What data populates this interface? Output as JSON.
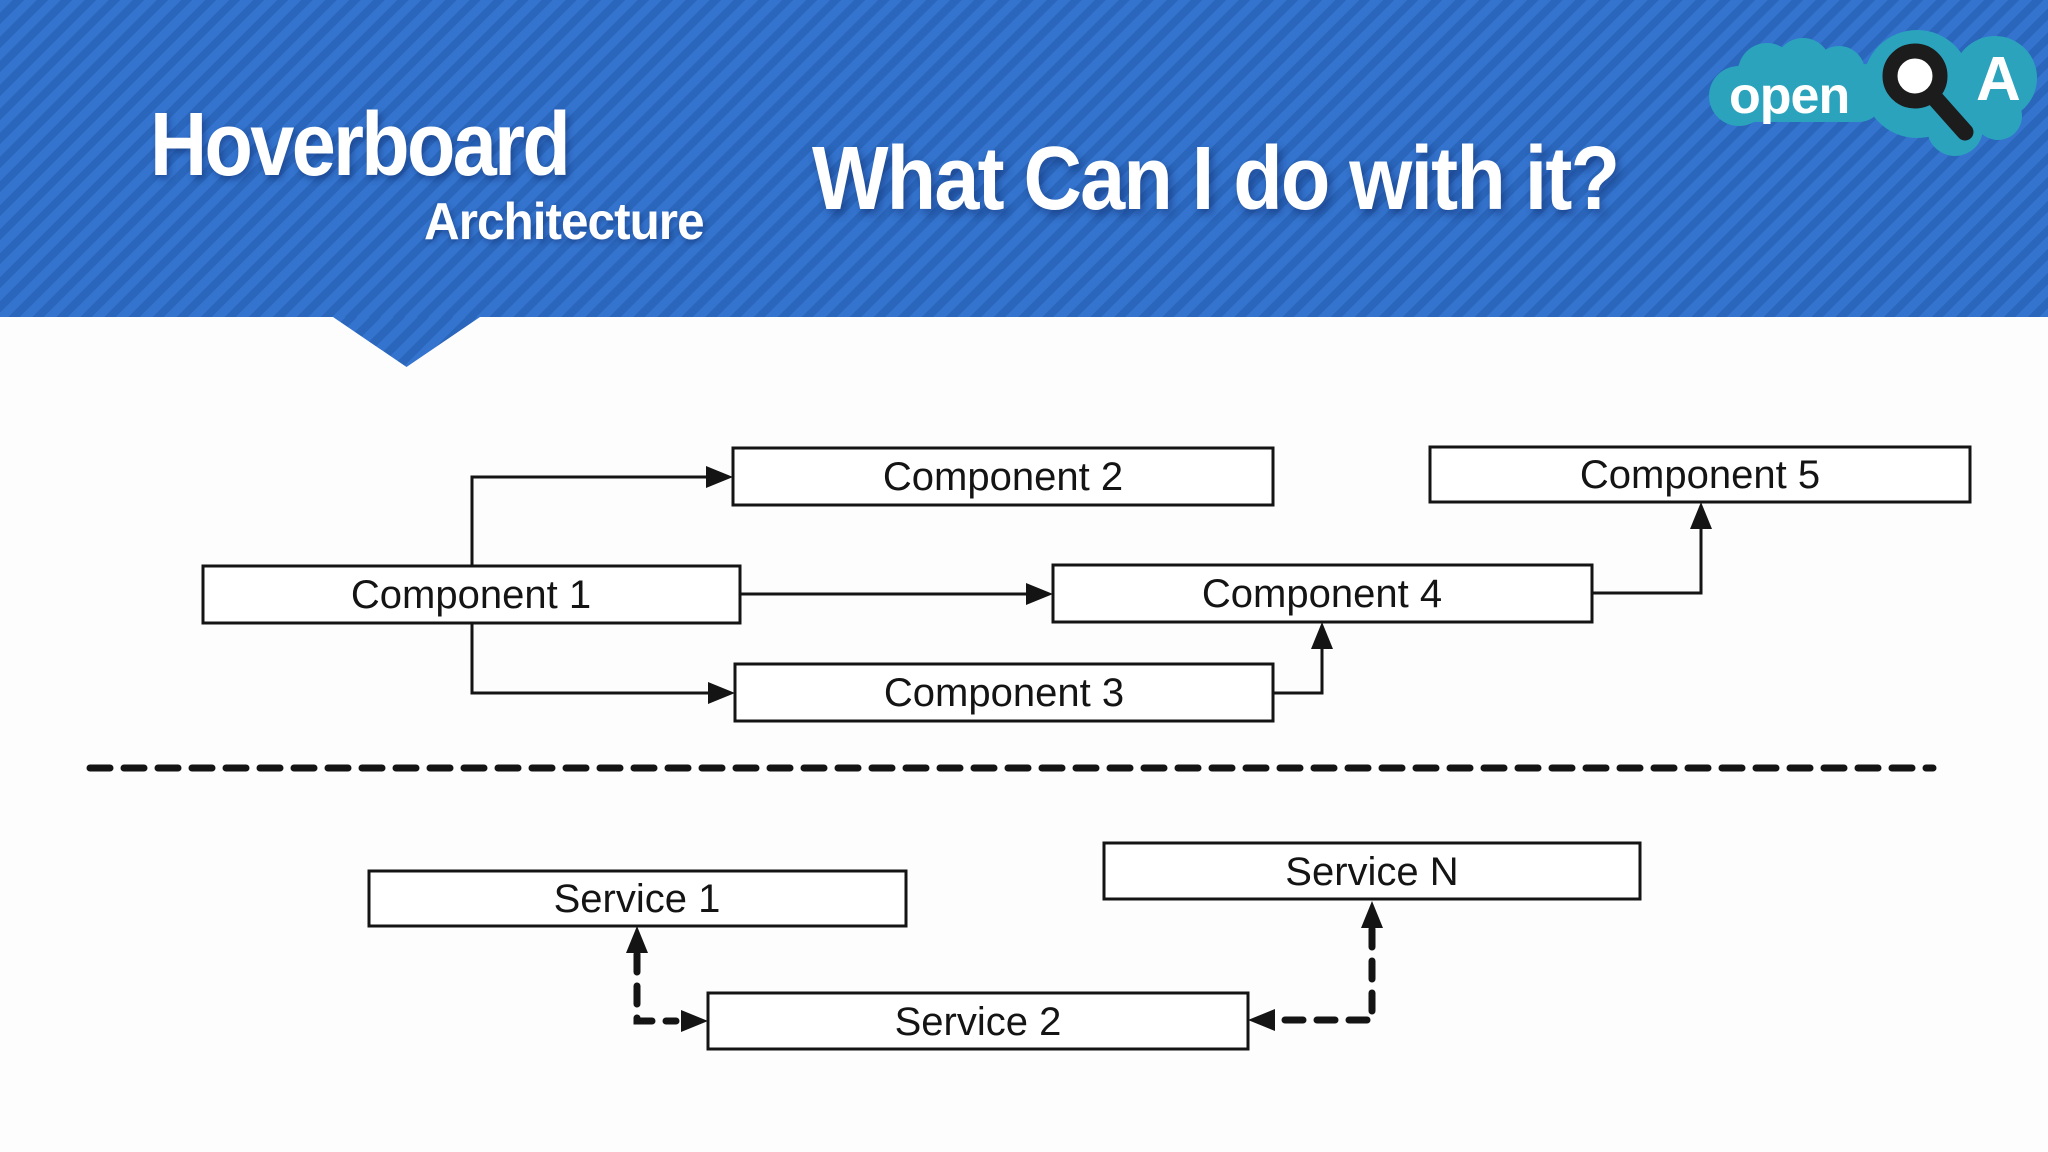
{
  "slide": {
    "title": "Hoverboard",
    "subtitle": "Architecture",
    "heading": "What Can I do with it?"
  },
  "logo": {
    "text_open": "open",
    "text_a": "A"
  },
  "colors": {
    "header_base": "#3474ce",
    "header_stripe": "#2a66bb",
    "logo_teal": "#2ba3bd",
    "diagram_ink": "#141414"
  },
  "diagram": {
    "components": [
      {
        "label": "Component 1"
      },
      {
        "label": "Component 2"
      },
      {
        "label": "Component 3"
      },
      {
        "label": "Component 4"
      },
      {
        "label": "Component 5"
      }
    ],
    "services": [
      {
        "label": "Service 1"
      },
      {
        "label": "Service 2"
      },
      {
        "label": "Service N"
      }
    ],
    "connections": [
      {
        "from": "Component 1",
        "to": "Component 2",
        "style": "solid-arrow"
      },
      {
        "from": "Component 1",
        "to": "Component 4",
        "style": "solid-arrow"
      },
      {
        "from": "Component 1",
        "to": "Component 3",
        "style": "solid-arrow"
      },
      {
        "from": "Component 3",
        "to": "Component 4",
        "style": "solid-arrow"
      },
      {
        "from": "Component 4",
        "to": "Component 5",
        "style": "solid-arrow"
      },
      {
        "from": "Service 1",
        "to": "Service 2",
        "style": "dashed-bidirectional"
      },
      {
        "from": "Service N",
        "to": "Service 2",
        "style": "dashed-bidirectional"
      }
    ]
  }
}
